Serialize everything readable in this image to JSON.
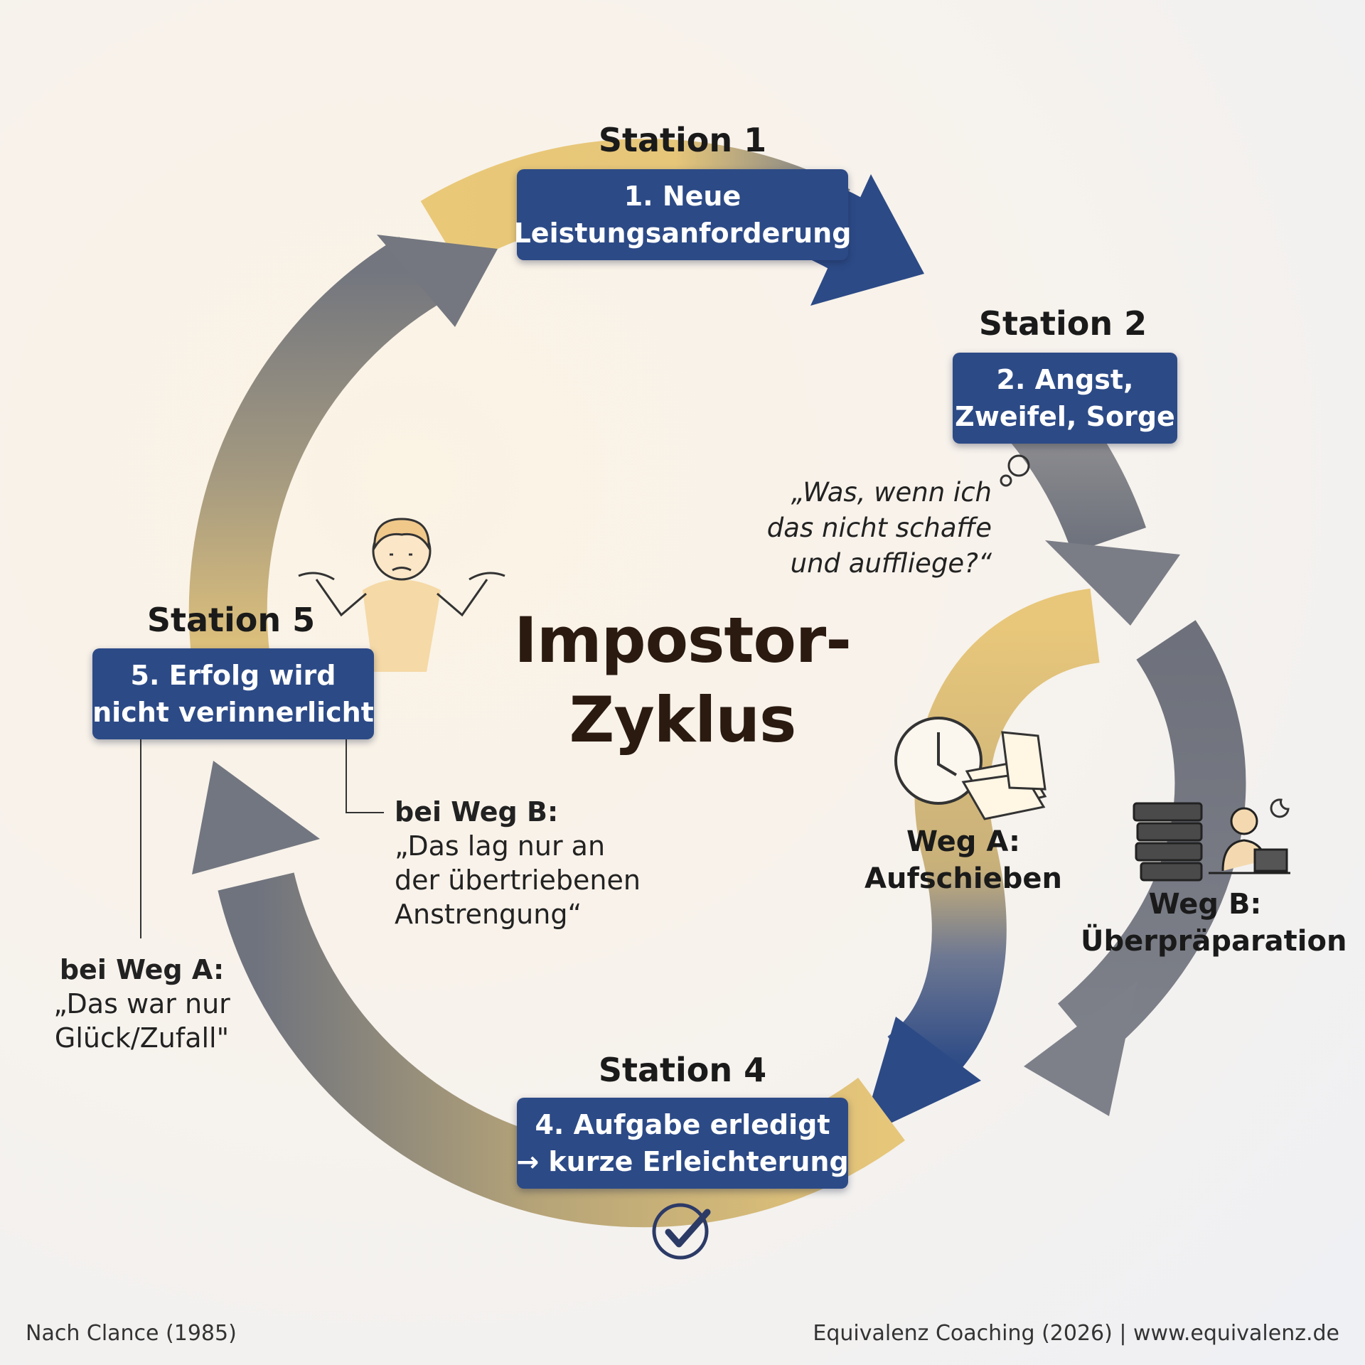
{
  "title": {
    "line1": "Impostor-",
    "line2": "Zyklus"
  },
  "stations": {
    "s1": {
      "label": "Station 1",
      "line1": "1. Neue",
      "line2": "Leistungsanforderung"
    },
    "s2": {
      "label": "Station 2",
      "line1": "2. Angst,",
      "line2": "Zweifel, Sorge"
    },
    "s4": {
      "label": "Station 4",
      "line1": "4. Aufgabe erledigt",
      "line2": "→ kurze Erleichterung"
    },
    "s5": {
      "label": "Station 5",
      "line1": "5. Erfolg wird",
      "line2": "nicht verinnerlicht"
    }
  },
  "thought": {
    "line1": "„Was, wenn ich",
    "line2": "das nicht schaffe",
    "line3": "und auffliege?“"
  },
  "paths": {
    "a": {
      "line1": "Weg A:",
      "line2": "Aufschieben"
    },
    "b": {
      "line1": "Weg B:",
      "line2": "Überpräparation"
    }
  },
  "notes": {
    "b": {
      "head": "bei Weg B:",
      "line1": "„Das lag nur an",
      "line2": "der übertriebenen",
      "line3": "Anstrengung“"
    },
    "a": {
      "head": "bei Weg A:",
      "line1": "„Das war nur",
      "line2": "Glück/Zufall\""
    }
  },
  "footer": {
    "left": "Nach Clance (1985)",
    "right": "Equivalenz Coaching (2026) | www.equivalenz.de"
  },
  "colors": {
    "box": "#2c4a86",
    "arrow_gold": "#e8c77a",
    "arrow_gray": "#7c7f88",
    "arrow_blue": "#2c4a86"
  },
  "icons": [
    "thought-bubble-icon",
    "shrugging-person-icon",
    "clock-icon",
    "paper-stack-icon",
    "book-stack-icon",
    "person-laptop-icon",
    "moon-icon",
    "checkmark-icon"
  ]
}
